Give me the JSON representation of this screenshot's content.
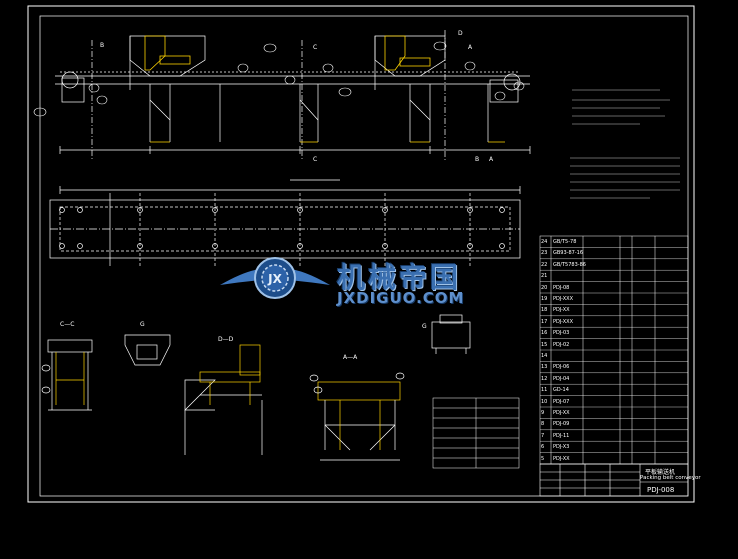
{
  "watermark": {
    "cn": "机械帝国",
    "en": "JXDIGUO.COM",
    "emblem_text": "JX"
  },
  "title_block": {
    "drawing_no": "PDJ-008",
    "title_cn": "平板输送机",
    "title_en": "Packing belt conveyor"
  },
  "section_labels": {
    "b_top": "B",
    "c_top": "C",
    "d_top": "D",
    "a_top": "A",
    "c_bottom": "C",
    "b_bottom": "B",
    "a_bottom": "A",
    "view_cc": "C—C",
    "view_g": "G",
    "view_dd": "D—D",
    "view_aa": "A—A",
    "view_g2": "G"
  },
  "parts_list": [
    {
      "no": "24",
      "code": "GB/T5-78"
    },
    {
      "no": "23",
      "code": "GB93-87-16"
    },
    {
      "no": "22",
      "code": "GB/T5783-86"
    },
    {
      "no": "21",
      "code": ""
    },
    {
      "no": "20",
      "code": "PDJ-08"
    },
    {
      "no": "19",
      "code": "PDJ-XXX"
    },
    {
      "no": "18",
      "code": "PDJ-XX"
    },
    {
      "no": "17",
      "code": "PDJ-XXX"
    },
    {
      "no": "16",
      "code": "PDJ-03"
    },
    {
      "no": "15",
      "code": "PDJ-02"
    },
    {
      "no": "14",
      "code": ""
    },
    {
      "no": "13",
      "code": "PDJ-06"
    },
    {
      "no": "12",
      "code": "PDJ-04"
    },
    {
      "no": "11",
      "code": "GD-14"
    },
    {
      "no": "10",
      "code": "PDJ-07"
    },
    {
      "no": "9",
      "code": "PDJ-XX"
    },
    {
      "no": "8",
      "code": "PDJ-09"
    },
    {
      "no": "7",
      "code": "PDJ-11"
    },
    {
      "no": "6",
      "code": "PDJ-X3"
    },
    {
      "no": "5",
      "code": "PDJ-XX"
    }
  ]
}
